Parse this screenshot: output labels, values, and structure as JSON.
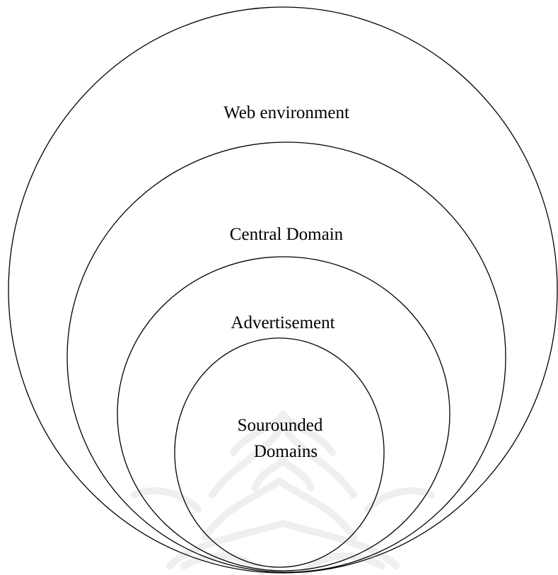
{
  "diagram": {
    "type": "nested-circles",
    "stroke_color": "#000000",
    "watermark_color": "#eeeeee",
    "rings": [
      {
        "label": "Web environment"
      },
      {
        "label": "Central Domain"
      },
      {
        "label": "Advertisement"
      },
      {
        "label_lines": [
          "Sourounded",
          "Domains"
        ]
      }
    ]
  }
}
